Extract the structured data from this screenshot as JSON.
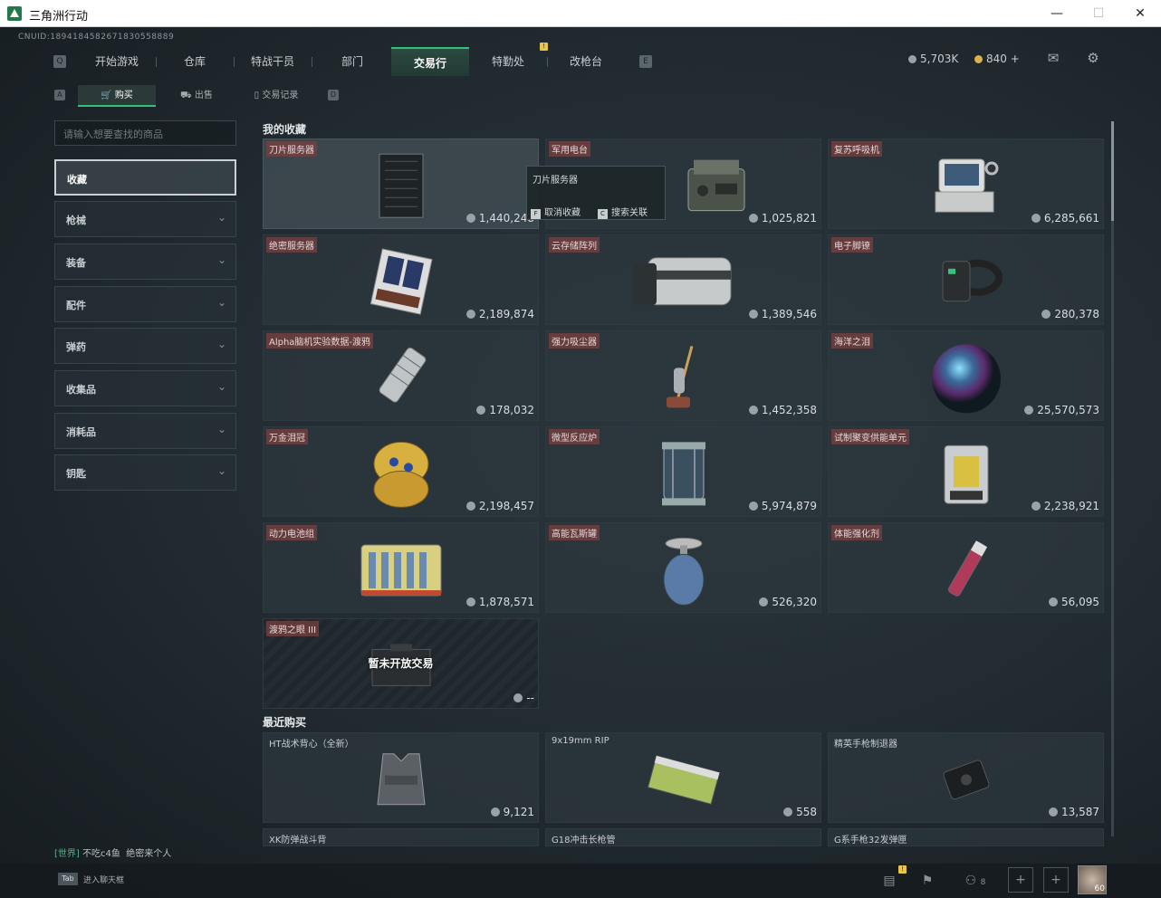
{
  "window": {
    "title": "三角洲行动",
    "minimize": "—",
    "maximize": "☐",
    "close": "✕"
  },
  "cnuid": "CNUID:1894184582671830558889",
  "topnav": {
    "left_key": "Q",
    "right_key": "E",
    "tabs": [
      "开始游戏",
      "仓库",
      "特战干员",
      "部门",
      "交易行",
      "特勤处",
      "改枪台"
    ],
    "active": "交易行",
    "badge": "!"
  },
  "currency": {
    "silver": "5,703K",
    "gold": "840",
    "gold_add": "+"
  },
  "subnav": {
    "left_key": "A",
    "right_key": "D",
    "tabs": [
      "购买",
      "出售",
      "交易记录"
    ],
    "tab_icons": [
      "🛒",
      "⛟",
      "▯"
    ]
  },
  "search": {
    "placeholder": "请输入想要查找的商品"
  },
  "sidebar": [
    "收藏",
    "枪械",
    "装备",
    "配件",
    "弹药",
    "收集品",
    "消耗品",
    "钥匙"
  ],
  "favorites_title": "我的收藏",
  "favorites": [
    {
      "name": "刀片服务器",
      "price": "1,440,248"
    },
    {
      "name": "军用电台",
      "price": "1,025,821"
    },
    {
      "name": "复苏呼吸机",
      "price": "6,285,661"
    },
    {
      "name": "绝密服务器",
      "price": "2,189,874"
    },
    {
      "name": "云存储阵列",
      "price": "1,389,546"
    },
    {
      "name": "电子脚镣",
      "price": "280,378"
    },
    {
      "name": "Alpha脑机实验数据-渡鸦",
      "price": "178,032"
    },
    {
      "name": "强力吸尘器",
      "price": "1,452,358"
    },
    {
      "name": "海洋之泪",
      "price": "25,570,573"
    },
    {
      "name": "万金泪冠",
      "price": "2,198,457"
    },
    {
      "name": "微型反应炉",
      "price": "5,974,879"
    },
    {
      "name": "试制聚变供能单元",
      "price": "2,238,921"
    },
    {
      "name": "动力电池组",
      "price": "1,878,571"
    },
    {
      "name": "高能瓦斯罐",
      "price": "526,320"
    },
    {
      "name": "体能强化剂",
      "price": "56,095"
    },
    {
      "name": "渡鸦之眼 III",
      "price": "--",
      "locked_text": "暂未开放交易"
    }
  ],
  "tooltip": {
    "title": "刀片服务器",
    "k1": "F",
    "a1": "取消收藏",
    "k2": "C",
    "a2": "搜索关联"
  },
  "recent_title": "最近购买",
  "recent": [
    {
      "name": "HT战术背心（全新）",
      "price": "9,121"
    },
    {
      "name": "9x19mm RIP",
      "price": "558"
    },
    {
      "name": "精英手枪制退器",
      "price": "13,587"
    },
    {
      "name": "XK防弹战斗背",
      "price": ""
    },
    {
      "name": "G18冲击长枪管",
      "price": ""
    },
    {
      "name": "G系手枪32发弹匣",
      "price": ""
    }
  ],
  "chat": {
    "channel": "[世界]",
    "user": "不吃c4鱼",
    "message": "绝密来个人",
    "key": "Tab",
    "hint": "进入聊天框"
  },
  "bottom": {
    "badge": "!",
    "friends": "8",
    "avatar_level": "60"
  }
}
